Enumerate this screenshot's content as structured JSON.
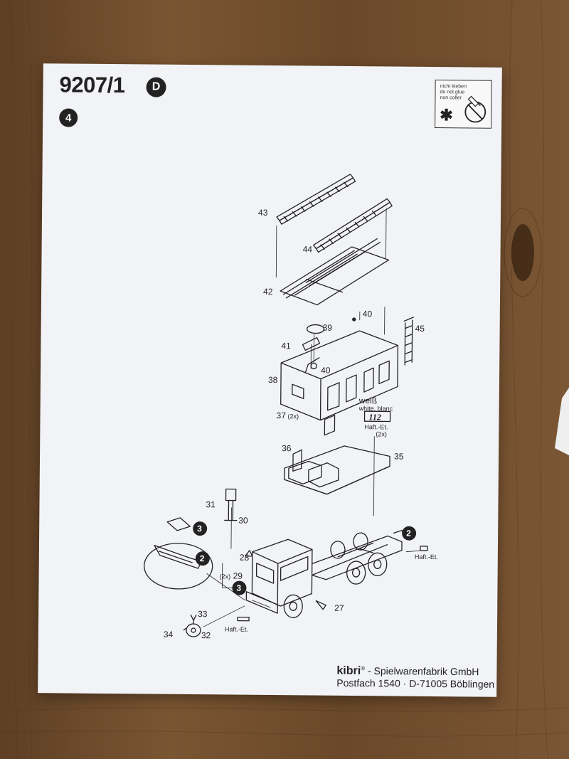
{
  "sheet": {
    "title": "9207/1",
    "language_badge": "D",
    "step_badge": "4"
  },
  "no_glue_box": {
    "lines": [
      "nicht kleben",
      "do not glue",
      "non coller"
    ],
    "symbol": "✱"
  },
  "callouts": {
    "c43": "43",
    "c44": "44",
    "c42": "42",
    "c40a": "40",
    "c39": "39",
    "c45": "45",
    "c41": "41",
    "c40b": "40",
    "c38": "38",
    "c37": "37",
    "c37_qty": "(2x)",
    "c36": "36",
    "c35": "35",
    "c31": "31",
    "c30": "30",
    "c28": "28",
    "c29_qty": "(2x)",
    "c29": "29",
    "c27": "27",
    "c33": "33",
    "c34": "34",
    "c32": "32",
    "sub3a": "3",
    "sub2a": "2",
    "sub3b": "3",
    "sub2b": "2"
  },
  "color_note": {
    "de": "weiß",
    "en_fr": "white, blanc",
    "decal_number": "112",
    "decal_label": "Haft.-Et.",
    "decal_qty": "(2x)"
  },
  "decal_labels": {
    "rear": "Haft.-Et.",
    "front": "Haft.-Et."
  },
  "footer": {
    "brand": "kibri",
    "trademark": "®",
    "company": " - Spielwarenfabrik  GmbH",
    "address": "Postfach 1540 · D-71005 Böblingen"
  },
  "colors": {
    "paper": "#f2f3f6",
    "ink": "#222222",
    "wood": "#6b4a2c"
  }
}
